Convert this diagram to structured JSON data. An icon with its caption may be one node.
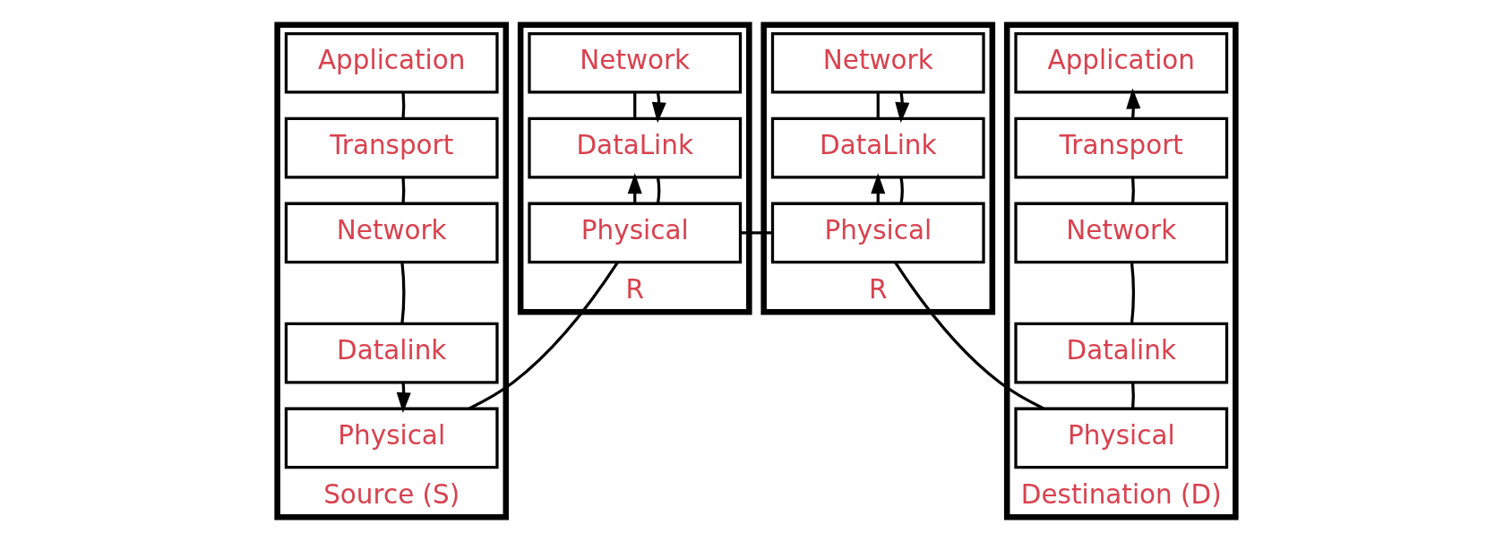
{
  "diagram": {
    "nodes": [
      {
        "text": [
          "Source (S)"
        ]
      },
      {
        "text": [
          "Application"
        ],
        "in": 0
      },
      {
        "text": [
          "Transport"
        ],
        "in": 0
      },
      {
        "text": [
          "Network"
        ],
        "in": 0
      },
      {
        "text": [
          "Datalink"
        ],
        "in": 0
      },
      {
        "text": [
          "Physical"
        ],
        "in": 0
      },
      {
        "text": [
          "R"
        ]
      },
      {
        "text": [
          "Network"
        ],
        "in": 6
      },
      {
        "text": [
          "DataLink"
        ],
        "in": 6
      },
      {
        "text": [
          "Physical"
        ],
        "in": 6
      },
      {
        "text": [
          "R"
        ]
      },
      {
        "text": [
          "Network"
        ],
        "in": 10
      },
      {
        "text": [
          "DataLink"
        ],
        "in": 10
      },
      {
        "text": [
          "Physical"
        ],
        "in": 10
      },
      {
        "text": [
          "Destination (D)"
        ]
      },
      {
        "text": [
          "Application"
        ],
        "in": 14
      },
      {
        "text": [
          "Transport"
        ],
        "in": 14
      },
      {
        "text": [
          "Network"
        ],
        "in": 14
      },
      {
        "text": [
          "Datalink"
        ],
        "in": 14
      },
      {
        "text": [
          "Physical"
        ],
        "in": 14
      }
    ],
    "edges": [
      {
        "from": 1,
        "to": 2,
        "arrow": "none"
      },
      {
        "from": 2,
        "to": 3,
        "arrow": "none"
      },
      {
        "from": 3,
        "to": 4,
        "arrow": "none"
      },
      {
        "from": 4,
        "to": 5,
        "arrow": "to"
      },
      {
        "from": 5,
        "to": 9,
        "arrow": "none"
      },
      {
        "from": 9,
        "to": 8,
        "arrow": "to"
      },
      {
        "from": 8,
        "to": 7,
        "arrow": "none"
      },
      {
        "from": 7,
        "to": 8,
        "arrow": "to"
      },
      {
        "from": 8,
        "to": 9,
        "arrow": "none"
      },
      {
        "from": 9,
        "to": 13,
        "arrow": "none"
      },
      {
        "from": 13,
        "to": 12,
        "arrow": "to"
      },
      {
        "from": 12,
        "to": 11,
        "arrow": "none"
      },
      {
        "from": 11,
        "to": 12,
        "arrow": "to"
      },
      {
        "from": 12,
        "to": 13,
        "arrow": "none"
      },
      {
        "from": 13,
        "to": 19,
        "arrow": "none"
      },
      {
        "from": 19,
        "to": 18,
        "arrow": "none"
      },
      {
        "from": 18,
        "to": 17,
        "arrow": "none"
      },
      {
        "from": 17,
        "to": 16,
        "arrow": "none"
      },
      {
        "from": 16,
        "to": 15,
        "arrow": "to"
      }
    ]
  }
}
